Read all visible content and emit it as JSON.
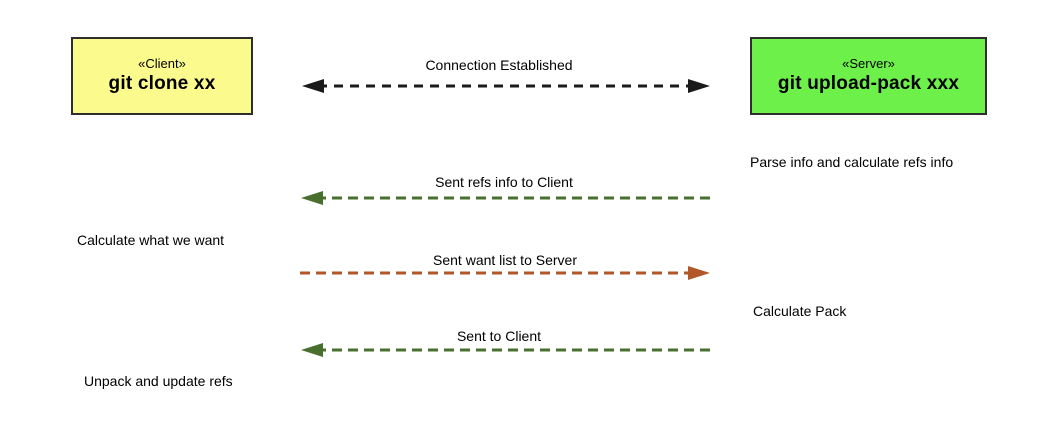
{
  "colors": {
    "background": "#ffffff",
    "client_fill": "#fbfa8c",
    "server_fill": "#6ef04b",
    "box_border": "#2e2e2e",
    "black_arrow": "#1a1a1a",
    "green_arrow": "#47702e",
    "orange_arrow": "#b2572a"
  },
  "client_box": {
    "stereotype": "«Client»",
    "title": "git clone xx"
  },
  "server_box": {
    "stereotype": "«Server»",
    "title": "git upload-pack xxx"
  },
  "messages": [
    {
      "label": "Connection Established",
      "direction": "both",
      "color": "#1a1a1a"
    },
    {
      "label": "Sent refs info to Client",
      "direction": "left",
      "color": "#47702e"
    },
    {
      "label": "Sent want list to Server",
      "direction": "right",
      "color": "#b2572a"
    },
    {
      "label": "Sent to Client",
      "direction": "left",
      "color": "#47702e"
    }
  ],
  "activities": [
    {
      "text": "Parse info and calculate refs info",
      "side": "server"
    },
    {
      "text": "Calculate what we want",
      "side": "client"
    },
    {
      "text": "Calculate Pack",
      "side": "server"
    },
    {
      "text": "Unpack and update refs",
      "side": "client"
    }
  ]
}
